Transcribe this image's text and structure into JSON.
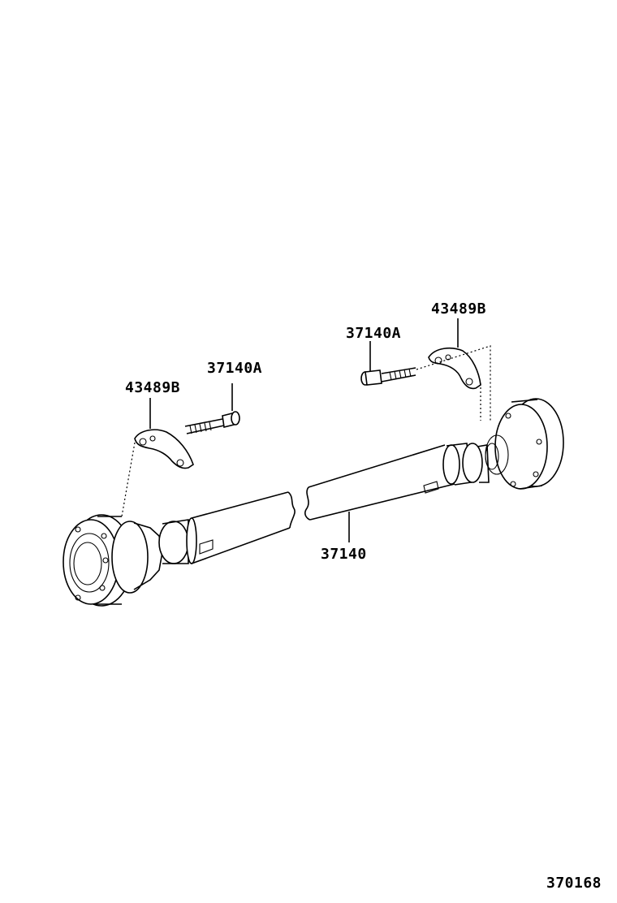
{
  "labels": {
    "bolt_left": "37140A",
    "bracket_left": "43489B",
    "bolt_right": "37140A",
    "bracket_right": "43489B",
    "shaft": "37140"
  },
  "figure_number": "370168"
}
